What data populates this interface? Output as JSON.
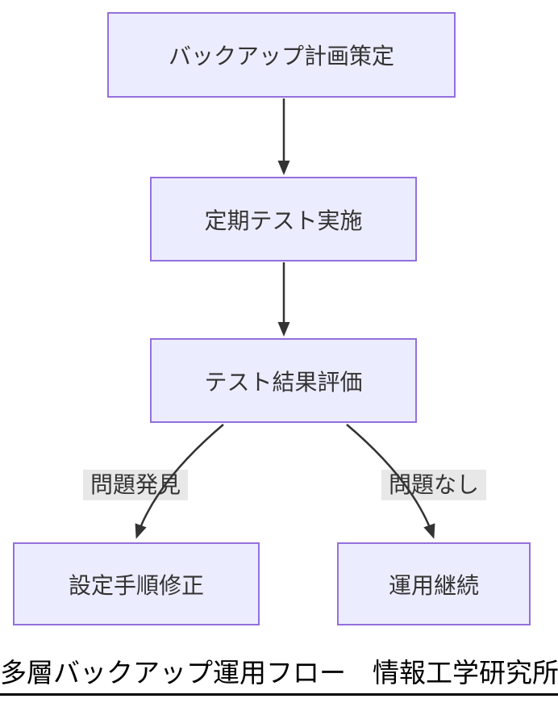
{
  "diagram": {
    "nodes": {
      "backup_plan": {
        "label": "バックアップ計画策定"
      },
      "periodic_test": {
        "label": "定期テスト実施"
      },
      "test_evaluation": {
        "label": "テスト結果評価"
      },
      "fix_procedure": {
        "label": "設定手順修正"
      },
      "continue_operation": {
        "label": "運用継続"
      }
    },
    "edges": {
      "problem_found": {
        "label": "問題発見"
      },
      "no_problem": {
        "label": "問題なし"
      }
    }
  },
  "caption": {
    "text": "多層バックアップ運用フロー　情報工学研究所"
  },
  "colors": {
    "node_fill": "#ECECFF",
    "node_border": "#9370DB",
    "arrow": "#333333",
    "edge_label_bg": "#e8e8e8",
    "text": "#333333",
    "caption_text": "#000000"
  }
}
